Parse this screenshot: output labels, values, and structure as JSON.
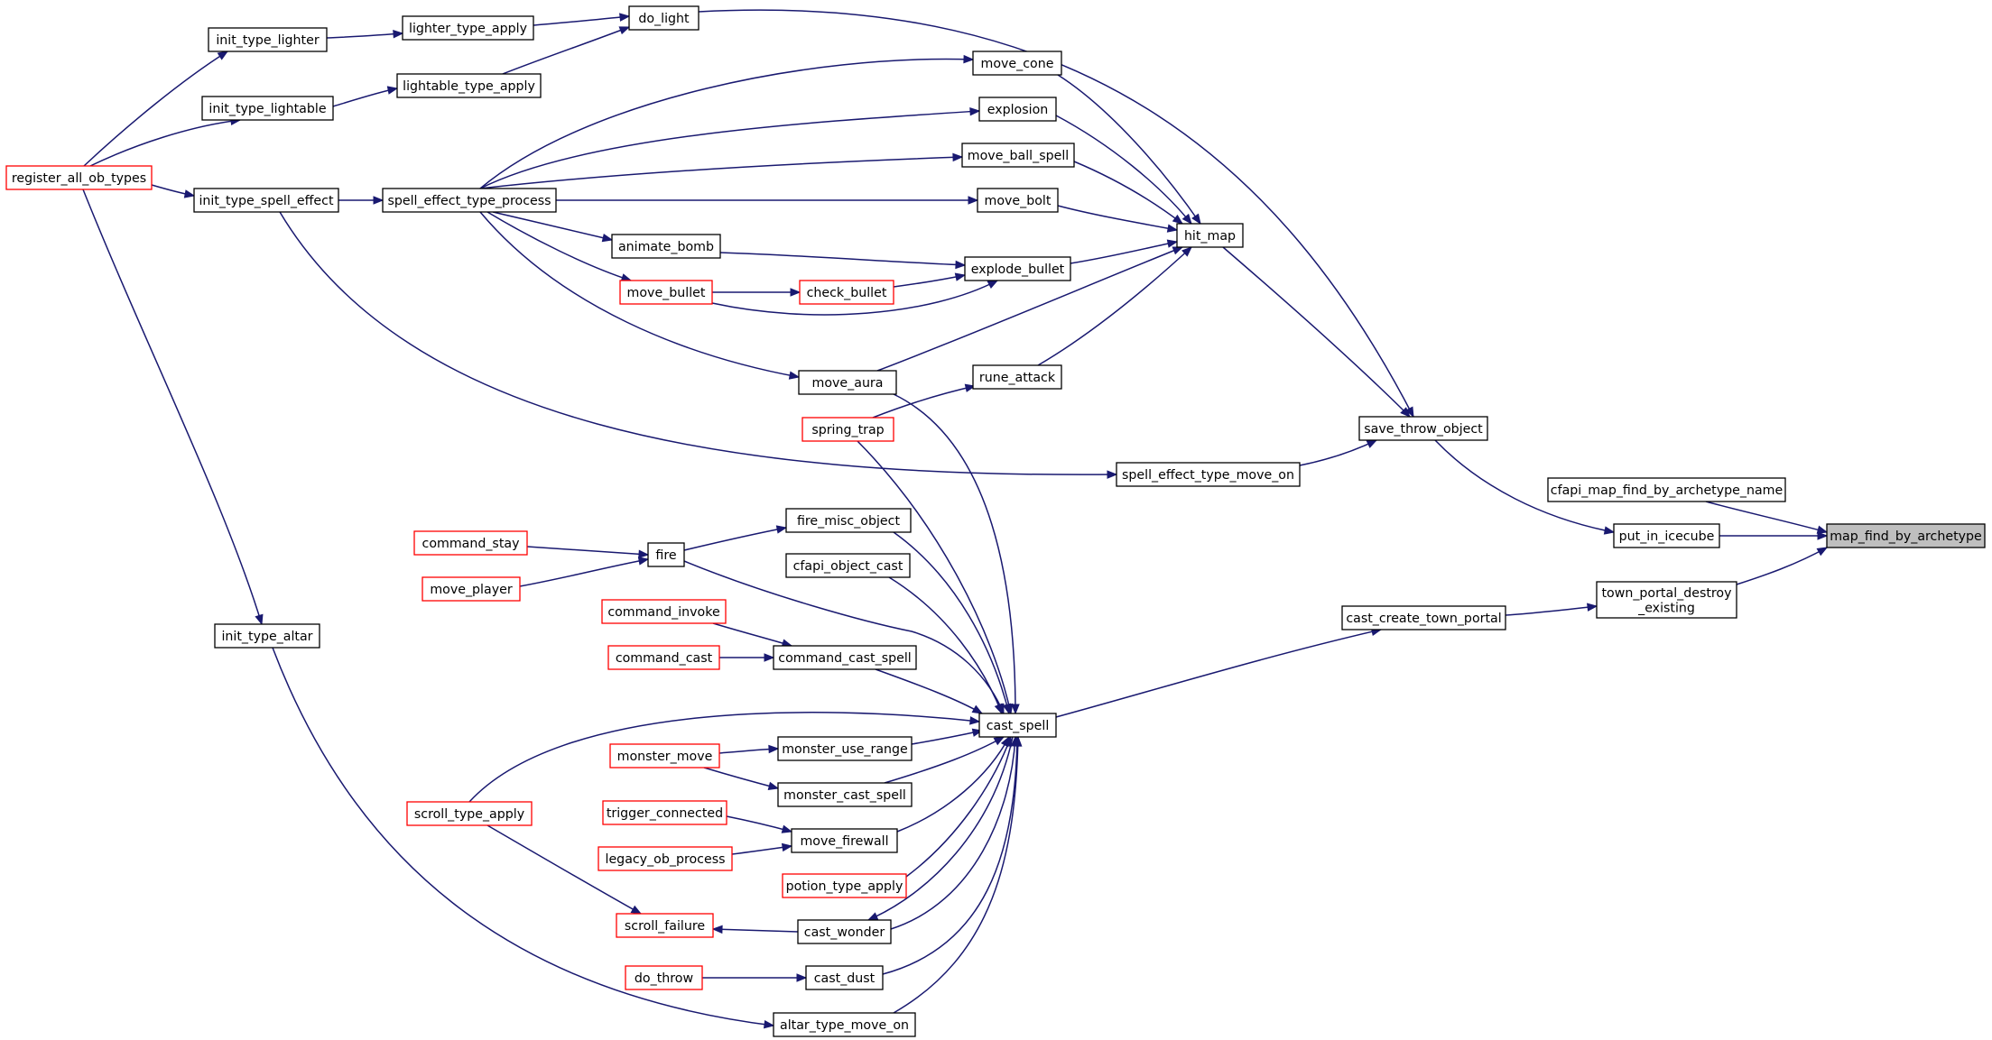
{
  "diagram": {
    "type": "call-graph",
    "colors": {
      "edge": "#191970",
      "node_border": "#000000",
      "truncated_border": "#ff0000",
      "root_fill": "#bfbfbf",
      "node_fill": "#ffffff"
    },
    "nodes": [
      {
        "id": "map_find_by_archetype",
        "label": "map_find_by_archetype",
        "root": true
      },
      {
        "id": "cfapi_map_find_by_archetype_name",
        "label": "cfapi_map_find_by_archetype_name"
      },
      {
        "id": "put_in_icecube",
        "label": "put_in_icecube"
      },
      {
        "id": "town_portal_destroy_existing",
        "label": "town_portal_destroy\n_existing"
      },
      {
        "id": "save_throw_object",
        "label": "save_throw_object"
      },
      {
        "id": "cast_create_town_portal",
        "label": "cast_create_town_portal"
      },
      {
        "id": "do_light",
        "label": "do_light"
      },
      {
        "id": "hit_map",
        "label": "hit_map"
      },
      {
        "id": "spring_trap",
        "label": "spring_trap",
        "truncated": true
      },
      {
        "id": "spell_effect_type_move_on",
        "label": "spell_effect_type_move_on"
      },
      {
        "id": "cast_spell",
        "label": "cast_spell"
      },
      {
        "id": "lighter_type_apply",
        "label": "lighter_type_apply"
      },
      {
        "id": "lightable_type_apply",
        "label": "lightable_type_apply"
      },
      {
        "id": "init_type_lighter",
        "label": "init_type_lighter"
      },
      {
        "id": "init_type_lightable",
        "label": "init_type_lightable"
      },
      {
        "id": "register_all_ob_types",
        "label": "register_all_ob_types",
        "truncated": true
      },
      {
        "id": "move_cone",
        "label": "move_cone"
      },
      {
        "id": "explosion",
        "label": "explosion"
      },
      {
        "id": "move_ball_spell",
        "label": "move_ball_spell"
      },
      {
        "id": "move_bolt",
        "label": "move_bolt"
      },
      {
        "id": "explode_bullet",
        "label": "explode_bullet"
      },
      {
        "id": "rune_attack",
        "label": "rune_attack"
      },
      {
        "id": "move_aura",
        "label": "move_aura"
      },
      {
        "id": "spell_effect_type_process",
        "label": "spell_effect_type_process"
      },
      {
        "id": "init_type_spell_effect",
        "label": "init_type_spell_effect"
      },
      {
        "id": "animate_bomb",
        "label": "animate_bomb"
      },
      {
        "id": "move_bullet",
        "label": "move_bullet",
        "truncated": true
      },
      {
        "id": "check_bullet",
        "label": "check_bullet",
        "truncated": true
      },
      {
        "id": "fire_misc_object",
        "label": "fire_misc_object"
      },
      {
        "id": "fire",
        "label": "fire"
      },
      {
        "id": "command_stay",
        "label": "command_stay",
        "truncated": true
      },
      {
        "id": "move_player",
        "label": "move_player",
        "truncated": true
      },
      {
        "id": "cfapi_object_cast",
        "label": "cfapi_object_cast"
      },
      {
        "id": "command_cast_spell",
        "label": "command_cast_spell"
      },
      {
        "id": "command_invoke",
        "label": "command_invoke",
        "truncated": true
      },
      {
        "id": "command_cast",
        "label": "command_cast",
        "truncated": true
      },
      {
        "id": "monster_use_range",
        "label": "monster_use_range"
      },
      {
        "id": "monster_move",
        "label": "monster_move",
        "truncated": true
      },
      {
        "id": "monster_cast_spell",
        "label": "monster_cast_spell"
      },
      {
        "id": "move_firewall",
        "label": "move_firewall"
      },
      {
        "id": "trigger_connected",
        "label": "trigger_connected",
        "truncated": true
      },
      {
        "id": "legacy_ob_process",
        "label": "legacy_ob_process",
        "truncated": true
      },
      {
        "id": "potion_type_apply",
        "label": "potion_type_apply",
        "truncated": true
      },
      {
        "id": "cast_wonder",
        "label": "cast_wonder"
      },
      {
        "id": "scroll_failure",
        "label": "scroll_failure",
        "truncated": true
      },
      {
        "id": "scroll_type_apply",
        "label": "scroll_type_apply",
        "truncated": true
      },
      {
        "id": "cast_dust",
        "label": "cast_dust"
      },
      {
        "id": "do_throw",
        "label": "do_throw",
        "truncated": true
      },
      {
        "id": "altar_type_move_on",
        "label": "altar_type_move_on"
      },
      {
        "id": "init_type_altar",
        "label": "init_type_altar"
      }
    ],
    "edges": [
      {
        "from": "cfapi_map_find_by_archetype_name",
        "to": "map_find_by_archetype"
      },
      {
        "from": "put_in_icecube",
        "to": "map_find_by_archetype"
      },
      {
        "from": "town_portal_destroy_existing",
        "to": "map_find_by_archetype"
      },
      {
        "from": "save_throw_object",
        "to": "put_in_icecube"
      },
      {
        "from": "cast_create_town_portal",
        "to": "town_portal_destroy_existing"
      },
      {
        "from": "do_light",
        "to": "save_throw_object"
      },
      {
        "from": "hit_map",
        "to": "save_throw_object"
      },
      {
        "from": "spring_trap",
        "to": "save_throw_object"
      },
      {
        "from": "spell_effect_type_move_on",
        "to": "save_throw_object"
      },
      {
        "from": "cast_spell",
        "to": "cast_create_town_portal"
      },
      {
        "from": "lighter_type_apply",
        "to": "do_light"
      },
      {
        "from": "lightable_type_apply",
        "to": "do_light"
      },
      {
        "from": "init_type_lighter",
        "to": "lighter_type_apply"
      },
      {
        "from": "init_type_lightable",
        "to": "lightable_type_apply"
      },
      {
        "from": "register_all_ob_types",
        "to": "init_type_lighter"
      },
      {
        "from": "register_all_ob_types",
        "to": "init_type_lightable"
      },
      {
        "from": "move_cone",
        "to": "hit_map"
      },
      {
        "from": "explosion",
        "to": "hit_map"
      },
      {
        "from": "move_ball_spell",
        "to": "hit_map"
      },
      {
        "from": "move_bolt",
        "to": "hit_map"
      },
      {
        "from": "explode_bullet",
        "to": "hit_map"
      },
      {
        "from": "rune_attack",
        "to": "hit_map"
      },
      {
        "from": "move_aura",
        "to": "hit_map"
      },
      {
        "from": "spell_effect_type_process",
        "to": "move_cone"
      },
      {
        "from": "spell_effect_type_process",
        "to": "explosion"
      },
      {
        "from": "spell_effect_type_process",
        "to": "move_ball_spell"
      },
      {
        "from": "spell_effect_type_process",
        "to": "move_bolt"
      },
      {
        "from": "spell_effect_type_process",
        "to": "animate_bomb"
      },
      {
        "from": "spell_effect_type_process",
        "to": "move_bullet"
      },
      {
        "from": "spell_effect_type_process",
        "to": "move_aura"
      },
      {
        "from": "init_type_spell_effect",
        "to": "spell_effect_type_process"
      },
      {
        "from": "register_all_ob_types",
        "to": "init_type_spell_effect"
      },
      {
        "from": "animate_bomb",
        "to": "explode_bullet"
      },
      {
        "from": "check_bullet",
        "to": "explode_bullet"
      },
      {
        "from": "move_bullet",
        "to": "explode_bullet"
      },
      {
        "from": "move_bullet",
        "to": "check_bullet"
      },
      {
        "from": "spring_trap",
        "to": "rune_attack"
      },
      {
        "from": "init_type_spell_effect",
        "to": "spell_effect_type_move_on"
      },
      {
        "from": "spring_trap",
        "to": "cast_spell"
      },
      {
        "from": "move_aura",
        "to": "cast_spell"
      },
      {
        "from": "fire_misc_object",
        "to": "cast_spell"
      },
      {
        "from": "fire",
        "to": "cast_spell"
      },
      {
        "from": "cfapi_object_cast",
        "to": "cast_spell"
      },
      {
        "from": "command_cast_spell",
        "to": "cast_spell"
      },
      {
        "from": "monster_use_range",
        "to": "cast_spell"
      },
      {
        "from": "monster_cast_spell",
        "to": "cast_spell"
      },
      {
        "from": "move_firewall",
        "to": "cast_spell"
      },
      {
        "from": "potion_type_apply",
        "to": "cast_spell"
      },
      {
        "from": "cast_wonder",
        "to": "cast_spell"
      },
      {
        "from": "cast_spell",
        "to": "cast_wonder"
      },
      {
        "from": "cast_dust",
        "to": "cast_spell"
      },
      {
        "from": "altar_type_move_on",
        "to": "cast_spell"
      },
      {
        "from": "scroll_type_apply",
        "to": "cast_spell"
      },
      {
        "from": "fire",
        "to": "fire_misc_object"
      },
      {
        "from": "command_stay",
        "to": "fire"
      },
      {
        "from": "move_player",
        "to": "fire"
      },
      {
        "from": "command_invoke",
        "to": "command_cast_spell"
      },
      {
        "from": "command_cast",
        "to": "command_cast_spell"
      },
      {
        "from": "monster_move",
        "to": "monster_use_range"
      },
      {
        "from": "monster_move",
        "to": "monster_cast_spell"
      },
      {
        "from": "trigger_connected",
        "to": "move_firewall"
      },
      {
        "from": "legacy_ob_process",
        "to": "move_firewall"
      },
      {
        "from": "cast_wonder",
        "to": "scroll_failure"
      },
      {
        "from": "scroll_type_apply",
        "to": "scroll_failure"
      },
      {
        "from": "do_throw",
        "to": "cast_dust"
      },
      {
        "from": "init_type_altar",
        "to": "altar_type_move_on"
      },
      {
        "from": "register_all_ob_types",
        "to": "init_type_altar"
      }
    ]
  }
}
